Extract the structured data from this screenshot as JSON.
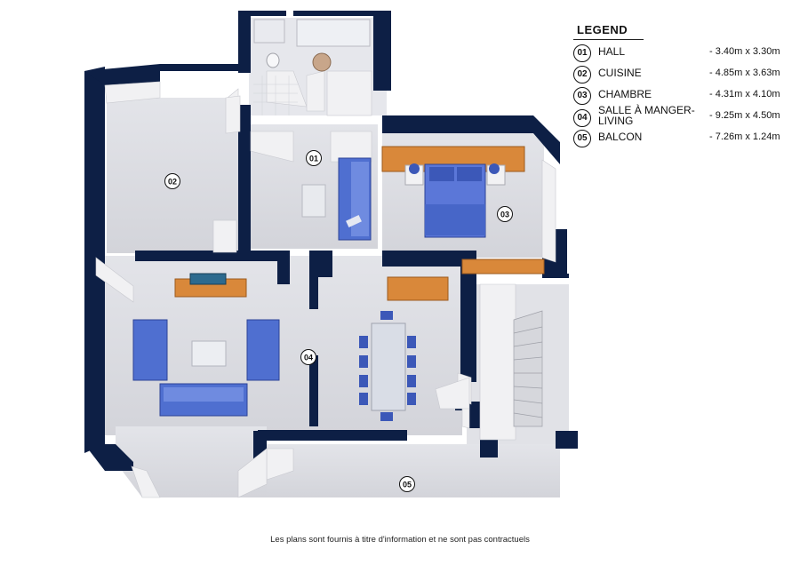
{
  "legend": {
    "title": "LEGEND",
    "items": [
      {
        "num": "01",
        "name": "HALL",
        "dim": "- 3.40m x 3.30m"
      },
      {
        "num": "02",
        "name": "CUISINE",
        "dim": "- 4.85m x 3.63m"
      },
      {
        "num": "03",
        "name": "CHAMBRE",
        "dim": "- 4.31m x 4.10m"
      },
      {
        "num": "04",
        "name": "SALLE À MANGER-LIVING",
        "dim": "- 9.25m x 4.50m"
      },
      {
        "num": "05",
        "name": "BALCON",
        "dim": "- 7.26m x 1.24m"
      }
    ]
  },
  "plan": {
    "room_markers": [
      "01",
      "02",
      "03",
      "04",
      "05"
    ],
    "colors": {
      "wall": "#0d1f45",
      "floor": "#dcdde3",
      "wall_face": "#f2f2f4",
      "sofa": "#4f6fd0",
      "bed": "#5b77d8",
      "wood": "#d9883a"
    }
  },
  "disclaimer": "Les plans sont fournis à titre d'information et ne sont pas contractuels"
}
